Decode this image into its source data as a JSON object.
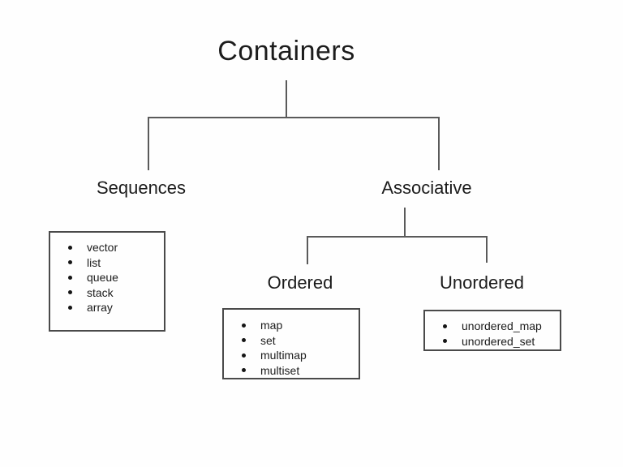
{
  "diagram": {
    "title": "Containers",
    "nodes": {
      "sequences": {
        "label": "Sequences",
        "items": [
          "vector",
          "list",
          "queue",
          "stack",
          "array"
        ]
      },
      "associative": {
        "label": "Associative"
      },
      "ordered": {
        "label": "Ordered",
        "items": [
          "map",
          "set",
          "multimap",
          "multiset"
        ]
      },
      "unordered": {
        "label": "Unordered",
        "items": [
          "unordered_map",
          "unordered_set"
        ]
      }
    },
    "colors": {
      "line": "#5a5a5a",
      "text": "#1c1c1c",
      "background": "#fefefe"
    }
  }
}
